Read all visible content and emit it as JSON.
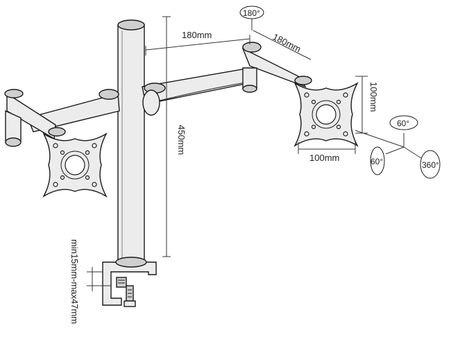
{
  "diagram": {
    "dimensions": {
      "arm_length_1": "180mm",
      "arm_length_2": "180mm",
      "pole_height": "450mm",
      "vesa_height": "100mm",
      "vesa_width": "100mm",
      "clamp_range": "min15mm-max47mm"
    },
    "rotations": {
      "swivel_top": "180°",
      "tilt_up": "60°",
      "tilt_side": "60°",
      "rotate": "360°"
    }
  }
}
